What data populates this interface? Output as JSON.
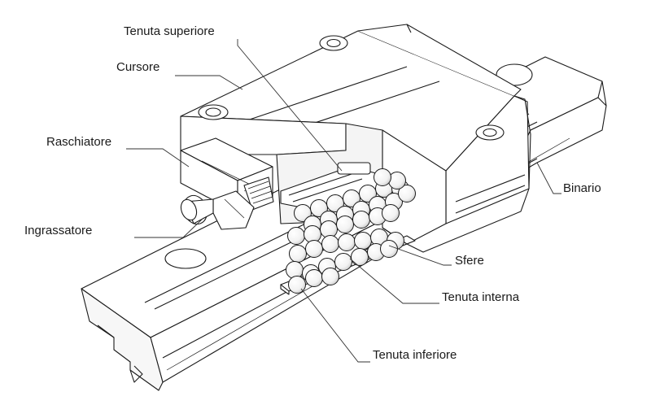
{
  "diagram": {
    "labels": {
      "tenuta_superiore": "Tenuta superiore",
      "cursore": "Cursore",
      "raschiatore": "Raschiatore",
      "ingrassatore": "Ingrassatore",
      "binario": "Binario",
      "sfere": "Sfere",
      "tenuta_interna": "Tenuta interna",
      "tenuta_inferiore": "Tenuta inferiore"
    },
    "colors": {
      "line": "#1a1a1a",
      "fill": "#ffffff",
      "shade": "#e6e6e6"
    }
  }
}
